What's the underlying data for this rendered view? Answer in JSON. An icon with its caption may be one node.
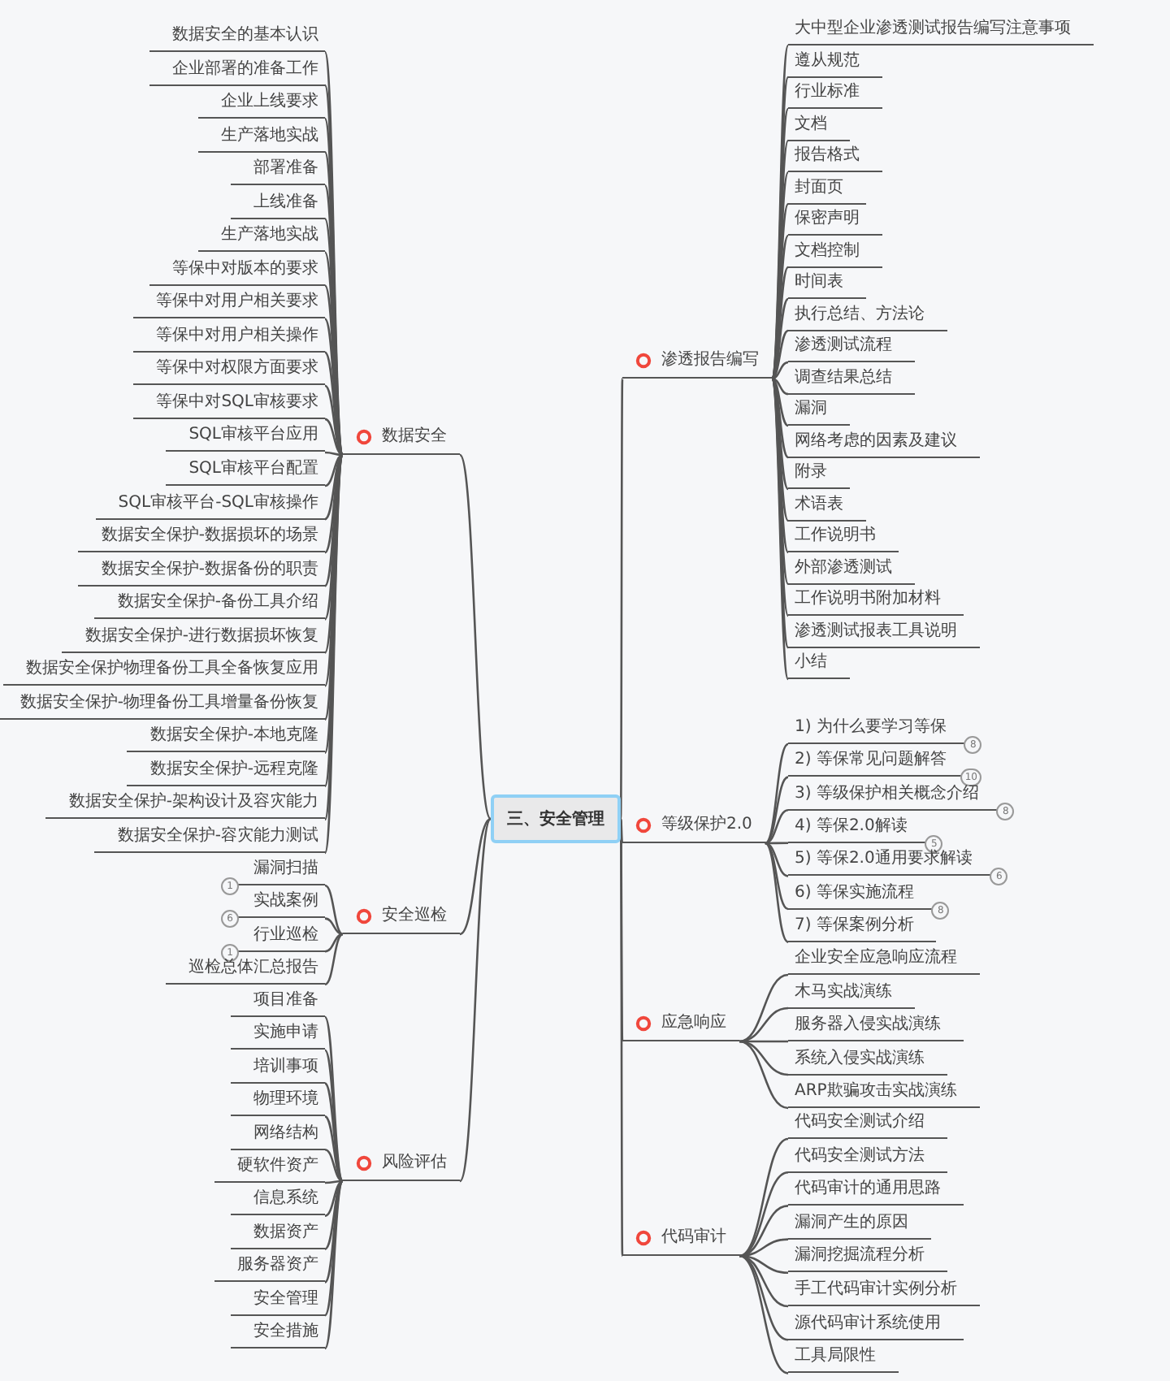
{
  "diagram": {
    "nodes": [
      {
        "text": [
          "三、安全管理"
        ]
      },
      {
        "text": [
          "数据安全"
        ]
      },
      {
        "text": [
          "数据安全的基本认识"
        ]
      },
      {
        "text": [
          "企业部署的准备工作"
        ]
      },
      {
        "text": [
          "企业上线要求"
        ]
      },
      {
        "text": [
          "生产落地实战"
        ]
      },
      {
        "text": [
          "部署准备"
        ]
      },
      {
        "text": [
          "上线准备"
        ]
      },
      {
        "text": [
          "生产落地实战"
        ]
      },
      {
        "text": [
          "等保中对版本的要求"
        ]
      },
      {
        "text": [
          "等保中对用户相关要求"
        ]
      },
      {
        "text": [
          "等保中对用户相关操作"
        ]
      },
      {
        "text": [
          "等保中对权限方面要求"
        ]
      },
      {
        "text": [
          "等保中对SQL审核要求"
        ]
      },
      {
        "text": [
          "SQL审核平台应用"
        ]
      },
      {
        "text": [
          "SQL审核平台配置"
        ]
      },
      {
        "text": [
          "SQL审核平台-SQL审核操作"
        ]
      },
      {
        "text": [
          "数据安全保护-数据损坏的场景"
        ]
      },
      {
        "text": [
          "数据安全保护-数据备份的职责"
        ]
      },
      {
        "text": [
          "数据安全保护-备份工具介绍"
        ]
      },
      {
        "text": [
          "数据安全保护-进行数据损坏恢复"
        ]
      },
      {
        "text": [
          "数据安全保护物理备份工具全备恢复应用"
        ]
      },
      {
        "text": [
          "数据安全保护-物理备份工具增量备份恢复"
        ]
      },
      {
        "text": [
          "数据安全保护-本地克隆"
        ]
      },
      {
        "text": [
          "数据安全保护-远程克隆"
        ]
      },
      {
        "text": [
          "数据安全保护-架构设计及容灾能力"
        ]
      },
      {
        "text": [
          "数据安全保护-容灾能力测试"
        ]
      },
      {
        "text": [
          "安全巡检"
        ]
      },
      {
        "text": [
          "漏洞扫描"
        ],
        "beside": [
          "1"
        ]
      },
      {
        "text": [
          "实战案例"
        ],
        "beside": [
          "6"
        ]
      },
      {
        "text": [
          "行业巡检"
        ],
        "beside": [
          "1"
        ]
      },
      {
        "text": [
          "巡检总体汇总报告"
        ]
      },
      {
        "text": [
          "风险评估"
        ]
      },
      {
        "text": [
          "项目准备"
        ]
      },
      {
        "text": [
          "实施申请"
        ]
      },
      {
        "text": [
          "培训事项"
        ]
      },
      {
        "text": [
          "物理环境"
        ]
      },
      {
        "text": [
          "网络结构"
        ]
      },
      {
        "text": [
          "硬软件资产"
        ]
      },
      {
        "text": [
          "信息系统"
        ]
      },
      {
        "text": [
          "数据资产"
        ]
      },
      {
        "text": [
          "服务器资产"
        ]
      },
      {
        "text": [
          "安全管理"
        ]
      },
      {
        "text": [
          "安全措施"
        ]
      },
      {
        "text": [
          "渗透报告编写"
        ]
      },
      {
        "text": [
          "大中型企业渗透测试报告编写注意事项"
        ]
      },
      {
        "text": [
          "遵从规范"
        ]
      },
      {
        "text": [
          "行业标准"
        ]
      },
      {
        "text": [
          "文档"
        ]
      },
      {
        "text": [
          "报告格式"
        ]
      },
      {
        "text": [
          "封面页"
        ]
      },
      {
        "text": [
          "保密声明"
        ]
      },
      {
        "text": [
          "文档控制"
        ]
      },
      {
        "text": [
          "时间表"
        ]
      },
      {
        "text": [
          "执行总结、方法论"
        ]
      },
      {
        "text": [
          "渗透测试流程"
        ]
      },
      {
        "text": [
          "调查结果总结"
        ]
      },
      {
        "text": [
          "漏洞"
        ]
      },
      {
        "text": [
          "网络考虑的因素及建议"
        ]
      },
      {
        "text": [
          "附录"
        ]
      },
      {
        "text": [
          "术语表"
        ]
      },
      {
        "text": [
          "工作说明书"
        ]
      },
      {
        "text": [
          "外部渗透测试"
        ]
      },
      {
        "text": [
          "工作说明书附加材料"
        ]
      },
      {
        "text": [
          "渗透测试报表工具说明"
        ]
      },
      {
        "text": [
          "小结"
        ]
      },
      {
        "text": [
          "等级保护2.0"
        ]
      },
      {
        "text": [
          "1) 为什么要学习等保"
        ],
        "beside": [
          "8"
        ]
      },
      {
        "text": [
          "2) 等保常见问题解答"
        ],
        "beside": [
          "10"
        ]
      },
      {
        "text": [
          "3) 等级保护相关概念介绍"
        ],
        "beside": [
          "8"
        ]
      },
      {
        "text": [
          "4) 等保2.0解读"
        ],
        "beside": [
          "5"
        ]
      },
      {
        "text": [
          "5) 等保2.0通用要求解读"
        ],
        "beside": [
          "6"
        ]
      },
      {
        "text": [
          "6) 等保实施流程"
        ],
        "beside": [
          "8"
        ]
      },
      {
        "text": [
          "7) 等保案例分析"
        ]
      },
      {
        "text": [
          "应急响应"
        ]
      },
      {
        "text": [
          "企业安全应急响应流程"
        ]
      },
      {
        "text": [
          "木马实战演练"
        ]
      },
      {
        "text": [
          "服务器入侵实战演练"
        ]
      },
      {
        "text": [
          "系统入侵实战演练"
        ]
      },
      {
        "text": [
          "ARP欺骗攻击实战演练"
        ]
      },
      {
        "text": [
          "代码审计"
        ]
      },
      {
        "text": [
          "代码安全测试介绍"
        ]
      },
      {
        "text": [
          "代码安全测试方法"
        ]
      },
      {
        "text": [
          "代码审计的通用思路"
        ]
      },
      {
        "text": [
          "漏洞产生的原因"
        ]
      },
      {
        "text": [
          "漏洞挖掘流程分析"
        ]
      },
      {
        "text": [
          "手工代码审计实例分析"
        ]
      },
      {
        "text": [
          "源代码审计系统使用"
        ]
      },
      {
        "text": [
          "工具局限性"
        ]
      }
    ],
    "edges": [
      {
        "from": 0,
        "to": 1,
        "arrow": "none"
      },
      {
        "from": 1,
        "to": 2,
        "arrow": "none"
      },
      {
        "from": 1,
        "to": 3,
        "arrow": "none"
      },
      {
        "from": 1,
        "to": 4,
        "arrow": "none"
      },
      {
        "from": 1,
        "to": 5,
        "arrow": "none"
      },
      {
        "from": 1,
        "to": 6,
        "arrow": "none"
      },
      {
        "from": 1,
        "to": 7,
        "arrow": "none"
      },
      {
        "from": 1,
        "to": 8,
        "arrow": "none"
      },
      {
        "from": 1,
        "to": 9,
        "arrow": "none"
      },
      {
        "from": 1,
        "to": 10,
        "arrow": "none"
      },
      {
        "from": 1,
        "to": 11,
        "arrow": "none"
      },
      {
        "from": 1,
        "to": 12,
        "arrow": "none"
      },
      {
        "from": 1,
        "to": 13,
        "arrow": "none"
      },
      {
        "from": 1,
        "to": 14,
        "arrow": "none"
      },
      {
        "from": 1,
        "to": 15,
        "arrow": "none"
      },
      {
        "from": 1,
        "to": 16,
        "arrow": "none"
      },
      {
        "from": 1,
        "to": 17,
        "arrow": "none"
      },
      {
        "from": 1,
        "to": 18,
        "arrow": "none"
      },
      {
        "from": 1,
        "to": 19,
        "arrow": "none"
      },
      {
        "from": 1,
        "to": 20,
        "arrow": "none"
      },
      {
        "from": 1,
        "to": 21,
        "arrow": "none"
      },
      {
        "from": 1,
        "to": 22,
        "arrow": "none"
      },
      {
        "from": 1,
        "to": 23,
        "arrow": "none"
      },
      {
        "from": 1,
        "to": 24,
        "arrow": "none"
      },
      {
        "from": 1,
        "to": 25,
        "arrow": "none"
      },
      {
        "from": 1,
        "to": 26,
        "arrow": "none"
      },
      {
        "from": 0,
        "to": 27,
        "arrow": "none"
      },
      {
        "from": 27,
        "to": 28,
        "arrow": "none"
      },
      {
        "from": 27,
        "to": 29,
        "arrow": "none"
      },
      {
        "from": 27,
        "to": 30,
        "arrow": "none"
      },
      {
        "from": 27,
        "to": 31,
        "arrow": "none"
      },
      {
        "from": 0,
        "to": 32,
        "arrow": "none"
      },
      {
        "from": 32,
        "to": 33,
        "arrow": "none"
      },
      {
        "from": 32,
        "to": 34,
        "arrow": "none"
      },
      {
        "from": 32,
        "to": 35,
        "arrow": "none"
      },
      {
        "from": 32,
        "to": 36,
        "arrow": "none"
      },
      {
        "from": 32,
        "to": 37,
        "arrow": "none"
      },
      {
        "from": 32,
        "to": 38,
        "arrow": "none"
      },
      {
        "from": 32,
        "to": 39,
        "arrow": "none"
      },
      {
        "from": 32,
        "to": 40,
        "arrow": "none"
      },
      {
        "from": 32,
        "to": 41,
        "arrow": "none"
      },
      {
        "from": 32,
        "to": 42,
        "arrow": "none"
      },
      {
        "from": 32,
        "to": 43,
        "arrow": "none"
      },
      {
        "from": 0,
        "to": 44,
        "arrow": "none"
      },
      {
        "from": 44,
        "to": 45,
        "arrow": "none"
      },
      {
        "from": 44,
        "to": 46,
        "arrow": "none"
      },
      {
        "from": 44,
        "to": 47,
        "arrow": "none"
      },
      {
        "from": 44,
        "to": 48,
        "arrow": "none"
      },
      {
        "from": 44,
        "to": 49,
        "arrow": "none"
      },
      {
        "from": 44,
        "to": 50,
        "arrow": "none"
      },
      {
        "from": 44,
        "to": 51,
        "arrow": "none"
      },
      {
        "from": 44,
        "to": 52,
        "arrow": "none"
      },
      {
        "from": 44,
        "to": 53,
        "arrow": "none"
      },
      {
        "from": 44,
        "to": 54,
        "arrow": "none"
      },
      {
        "from": 44,
        "to": 55,
        "arrow": "none"
      },
      {
        "from": 44,
        "to": 56,
        "arrow": "none"
      },
      {
        "from": 44,
        "to": 57,
        "arrow": "none"
      },
      {
        "from": 44,
        "to": 58,
        "arrow": "none"
      },
      {
        "from": 44,
        "to": 59,
        "arrow": "none"
      },
      {
        "from": 44,
        "to": 60,
        "arrow": "none"
      },
      {
        "from": 44,
        "to": 61,
        "arrow": "none"
      },
      {
        "from": 44,
        "to": 62,
        "arrow": "none"
      },
      {
        "from": 44,
        "to": 63,
        "arrow": "none"
      },
      {
        "from": 44,
        "to": 64,
        "arrow": "none"
      },
      {
        "from": 44,
        "to": 65,
        "arrow": "none"
      },
      {
        "from": 0,
        "to": 66,
        "arrow": "none"
      },
      {
        "from": 66,
        "to": 67,
        "arrow": "none"
      },
      {
        "from": 66,
        "to": 68,
        "arrow": "none"
      },
      {
        "from": 66,
        "to": 69,
        "arrow": "none"
      },
      {
        "from": 66,
        "to": 70,
        "arrow": "none"
      },
      {
        "from": 66,
        "to": 71,
        "arrow": "none"
      },
      {
        "from": 66,
        "to": 72,
        "arrow": "none"
      },
      {
        "from": 66,
        "to": 73,
        "arrow": "none"
      },
      {
        "from": 0,
        "to": 74,
        "arrow": "none"
      },
      {
        "from": 74,
        "to": 75,
        "arrow": "none"
      },
      {
        "from": 74,
        "to": 76,
        "arrow": "none"
      },
      {
        "from": 74,
        "to": 77,
        "arrow": "none"
      },
      {
        "from": 74,
        "to": 78,
        "arrow": "none"
      },
      {
        "from": 74,
        "to": 79,
        "arrow": "none"
      },
      {
        "from": 0,
        "to": 80,
        "arrow": "none"
      },
      {
        "from": 80,
        "to": 81,
        "arrow": "none"
      },
      {
        "from": 80,
        "to": 82,
        "arrow": "none"
      },
      {
        "from": 80,
        "to": 83,
        "arrow": "none"
      },
      {
        "from": 80,
        "to": 84,
        "arrow": "none"
      },
      {
        "from": 80,
        "to": 85,
        "arrow": "none"
      },
      {
        "from": 80,
        "to": 86,
        "arrow": "none"
      },
      {
        "from": 80,
        "to": 87,
        "arrow": "none"
      },
      {
        "from": 80,
        "to": 88,
        "arrow": "none"
      }
    ]
  }
}
